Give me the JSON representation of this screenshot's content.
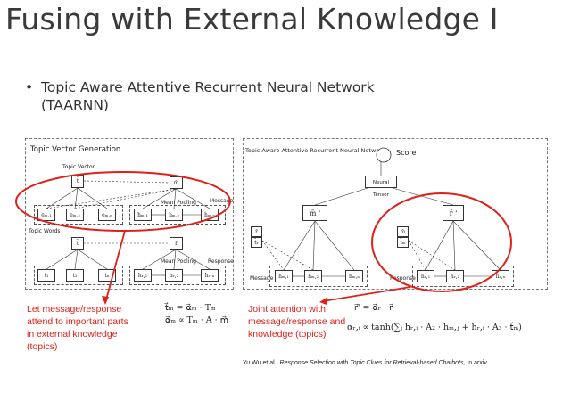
{
  "title": "Fusing with External Knowledge I",
  "bullet": {
    "marker": "•",
    "text": "Topic Aware Attentive Recurrent Neural Network (TAARNN)"
  },
  "left_diagram": {
    "title": "Topic Vector Generation",
    "topic_vector": "Topic Vector",
    "topic_words": "Topic Words",
    "mean_pooling_1": "Mean Pooling",
    "mean_pooling_2": "Mean Pooling",
    "message": "Message",
    "response": "Response",
    "t_m": "t̄",
    "m_bar": "m̄",
    "t_r": "t̄",
    "r_bar": "r̄",
    "row1": [
      "eₘ,₁",
      "eₘ,₂",
      "eₘ,ₙ",
      "hₘ,₁",
      "hₘ,₂",
      "hₘ,ₙ"
    ],
    "row2": [
      "t₁",
      "t₂",
      "tₙ",
      "hᵣ,₁",
      "hᵣ,₂",
      "hᵣ,ₙ"
    ]
  },
  "right_diagram": {
    "title": "Topic Aware Attentive Recurrent Neural Network",
    "score": "Score",
    "neural_tensor": "Neural Tensor",
    "m_prime": "m̄ '",
    "r_prime": "r̄ '",
    "r_bar": "r̄",
    "t_r": "t̄ᵣ",
    "m_bar": "m̄",
    "t_m": "t̄ₘ",
    "message": "Message",
    "response": "Response",
    "msg_nodes": [
      "hₘ,₁",
      "hₘ,₂",
      "hₘ,ₙ"
    ],
    "resp_nodes": [
      "hᵣ,₁",
      "hᵣ,₂",
      "hᵣ,ₙ"
    ]
  },
  "annotations": {
    "left": [
      "Let message/response",
      "attend to important parts",
      "in external knowledge",
      "(topics)"
    ],
    "right": [
      "Joint attention with",
      "message/response and",
      "knowledge (topics)"
    ]
  },
  "equations": {
    "eq1": "t⃗ₘ = α⃗ₘ · Tₘ",
    "eq2": "α⃗ₘ ∝ Tₘ · A · m⃗",
    "eq3": "r⃗' = α⃗ᵣ · r⃗",
    "eq4": "αᵣ,ᵢ ∝ tanh(∑ⱼ hᵣ,ᵢ · A₂ · hₘ,ⱼ + hᵣ,ᵢ · A₃ · t⃗ₘ)"
  },
  "citation": {
    "prefix": "Yu Wu et al., ",
    "italic": "Response Selection with Topic Clues for Retrieval-based Chatbots,",
    "suffix": " In arxiv"
  },
  "colors": {
    "annotation": "#e0201a",
    "title": "#3a3a3a"
  }
}
